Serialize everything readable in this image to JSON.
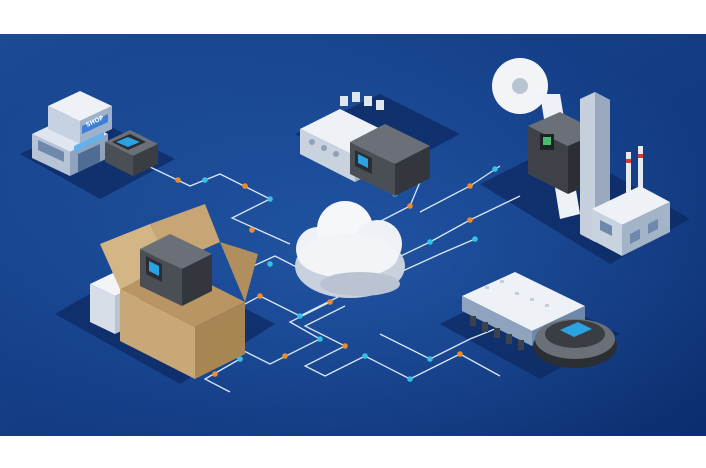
{
  "colors": {
    "background_top": "#1f4f9c",
    "background_bottom": "#0a2a66",
    "connector_line": "#d9e6f5",
    "node_orange": "#f08c2a",
    "node_cyan": "#36c1e6",
    "printer_body": "#5a5e66",
    "printer_screen": "#2aa3e0",
    "cardboard": "#c9a878",
    "cloud": "#f2f4f8"
  },
  "shop": {
    "sign": "SHOP"
  },
  "nodes": [
    {
      "name": "retail-shop",
      "icon": "shop-icon"
    },
    {
      "name": "desktop-printer-retail",
      "icon": "printer-icon"
    },
    {
      "name": "warehouse-factory",
      "icon": "warehouse-icon"
    },
    {
      "name": "industrial-printer-warehouse",
      "icon": "printer-icon"
    },
    {
      "name": "label-print-engine",
      "icon": "print-engine-icon"
    },
    {
      "name": "manufacturing-plant",
      "icon": "factory-icon"
    },
    {
      "name": "shipping-box-printer",
      "icon": "box-icon"
    },
    {
      "name": "cloud-hub",
      "icon": "cloud-icon"
    },
    {
      "name": "server-rack",
      "icon": "server-icon"
    },
    {
      "name": "mobile-printer",
      "icon": "mobile-printer-icon"
    }
  ]
}
